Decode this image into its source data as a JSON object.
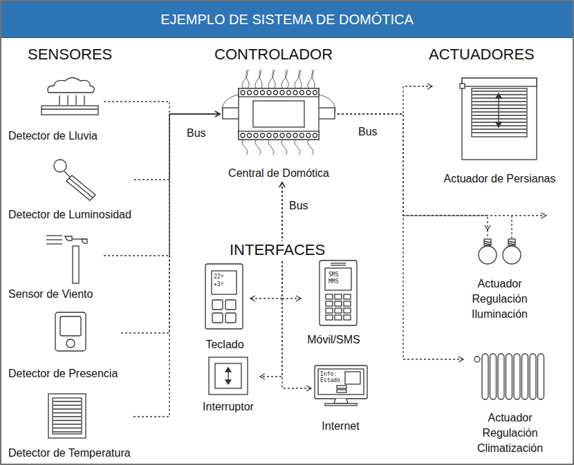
{
  "diagram": {
    "title": "EJEMPLO DE SISTEMA DE DOMÓTICA",
    "nodes": [
      {
        "text": [
          "Detector de Lluvia"
        ]
      },
      {
        "text": [
          "Detector de Luminosidad"
        ]
      },
      {
        "text": [
          "Sensor de Viento"
        ]
      },
      {
        "text": [
          "Detector de Presencia"
        ]
      },
      {
        "text": [
          "Detector de Temperatura"
        ]
      },
      {
        "text": [
          "Central de Domótica"
        ]
      },
      {
        "text": [
          "Actuador de Persianas"
        ]
      },
      {
        "text": [
          "Actuador Regulación Iluminación"
        ]
      },
      {
        "text": [
          "Actuador Regulación Climatización"
        ]
      },
      {
        "text": [
          "Teclado"
        ]
      },
      {
        "text": [
          "Móvil/SMS"
        ]
      },
      {
        "text": [
          "Interruptor"
        ]
      },
      {
        "text": [
          "Internet"
        ]
      }
    ],
    "edges": [
      {
        "from": 0,
        "to": 5,
        "arrow": "to"
      },
      {
        "from": 1,
        "to": 5,
        "arrow": "to"
      },
      {
        "from": 2,
        "to": 5,
        "arrow": "to"
      },
      {
        "from": 3,
        "to": 5,
        "arrow": "to"
      },
      {
        "from": 4,
        "to": 5,
        "arrow": "to"
      },
      {
        "from": 5,
        "to": 6,
        "arrow": "to"
      },
      {
        "from": 5,
        "to": 7,
        "arrow": "to"
      },
      {
        "from": 5,
        "to": 8,
        "arrow": "to"
      },
      {
        "from": 5,
        "to": 9,
        "arrow": "both"
      },
      {
        "from": 5,
        "to": 10,
        "arrow": "both"
      },
      {
        "from": 5,
        "to": 11,
        "arrow": "both"
      },
      {
        "from": 5,
        "to": 12,
        "arrow": "both"
      }
    ],
    "labels": [
      "SENSORES",
      "CONTROLADOR",
      "ACTUADORES",
      "INTERFACES",
      "Bus",
      "Bus",
      "Bus",
      "22º",
      "+3º",
      "SMS",
      "MMS",
      "Info:",
      "Estado"
    ]
  }
}
